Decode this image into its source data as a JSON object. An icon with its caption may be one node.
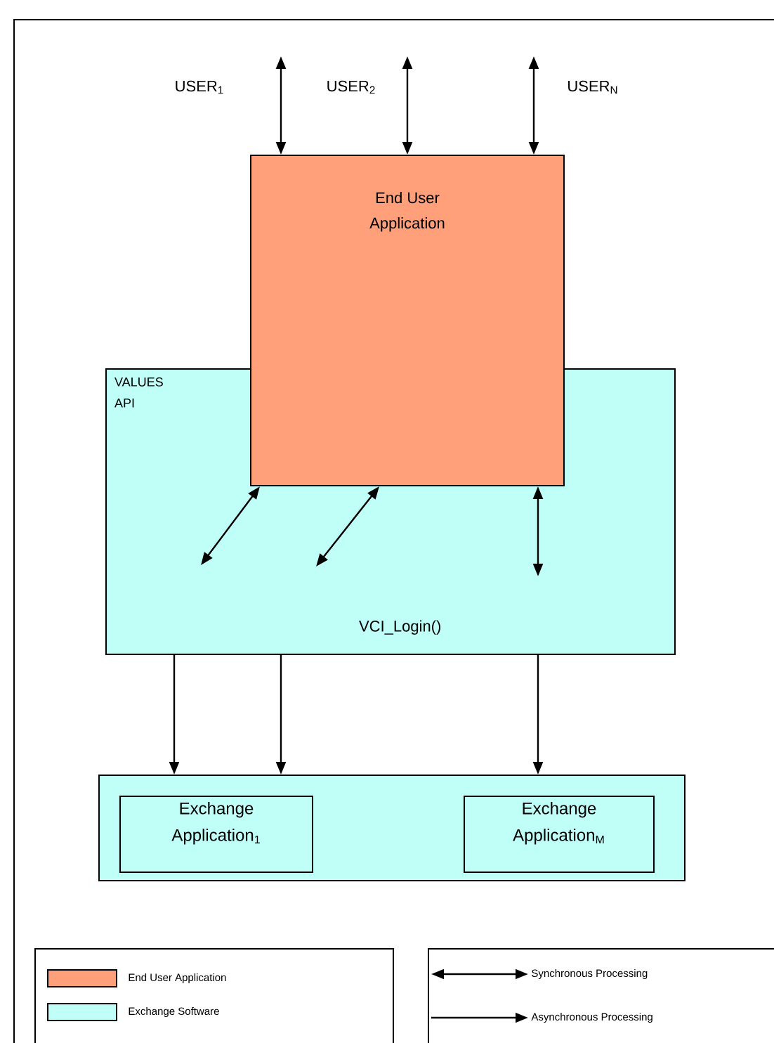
{
  "diagram": {
    "nodes": [
      {
        "text": [
          "End User Application"
        ]
      },
      {
        "text": [
          "VALUES API",
          "VCI_Login()"
        ]
      },
      {
        "text": [],
        "shape": "box"
      },
      {
        "text": [
          "Exchange Application$_{1}$"
        ],
        "in": 2
      },
      {
        "text": [
          "Exchange Application$_{M}$"
        ],
        "in": 2
      }
    ],
    "edges": [
      {
        "from": null,
        "to": 0,
        "arrow": "both"
      },
      {
        "from": null,
        "to": 0,
        "arrow": "both"
      },
      {
        "from": null,
        "to": 0,
        "arrow": "both"
      },
      {
        "from": 0,
        "to": 1,
        "arrow": "both"
      },
      {
        "from": 0,
        "to": 1,
        "arrow": "both"
      },
      {
        "from": 0,
        "to": 1,
        "arrow": "both"
      },
      {
        "from": 1,
        "to": 2,
        "arrow": "to"
      },
      {
        "from": 1,
        "to": 2,
        "arrow": "to"
      },
      {
        "from": 1,
        "to": 2,
        "arrow": "to"
      }
    ],
    "labels": [
      "USER$_{1}$",
      "USER$_{2}$",
      "USER$_{N}$"
    ],
    "legend": [
      {
        "text": "End User Application",
        "color": "#ffa07a"
      },
      {
        "text": "Exchange Software",
        "color": "#c0fff8"
      },
      {
        "text": "Synchronous Processing"
      },
      {
        "text": "Asynchronous Processing"
      }
    ]
  }
}
